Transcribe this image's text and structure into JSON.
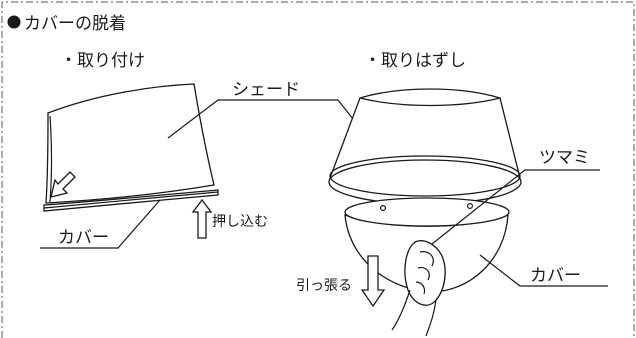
{
  "section_title": "カバーの脱着",
  "attach": {
    "title": "・取り付け",
    "shade_label": "シェード",
    "cover_label": "カバー",
    "push_label": "押し込む"
  },
  "remove": {
    "title": "・取りはずし",
    "knob_label": "ツマミ",
    "cover_label": "カバー",
    "pull_label": "引っ張る"
  },
  "icons": [
    "bullet-dot-icon",
    "diagonal-arrow-icon",
    "up-arrow-icon",
    "down-arrow-icon"
  ]
}
